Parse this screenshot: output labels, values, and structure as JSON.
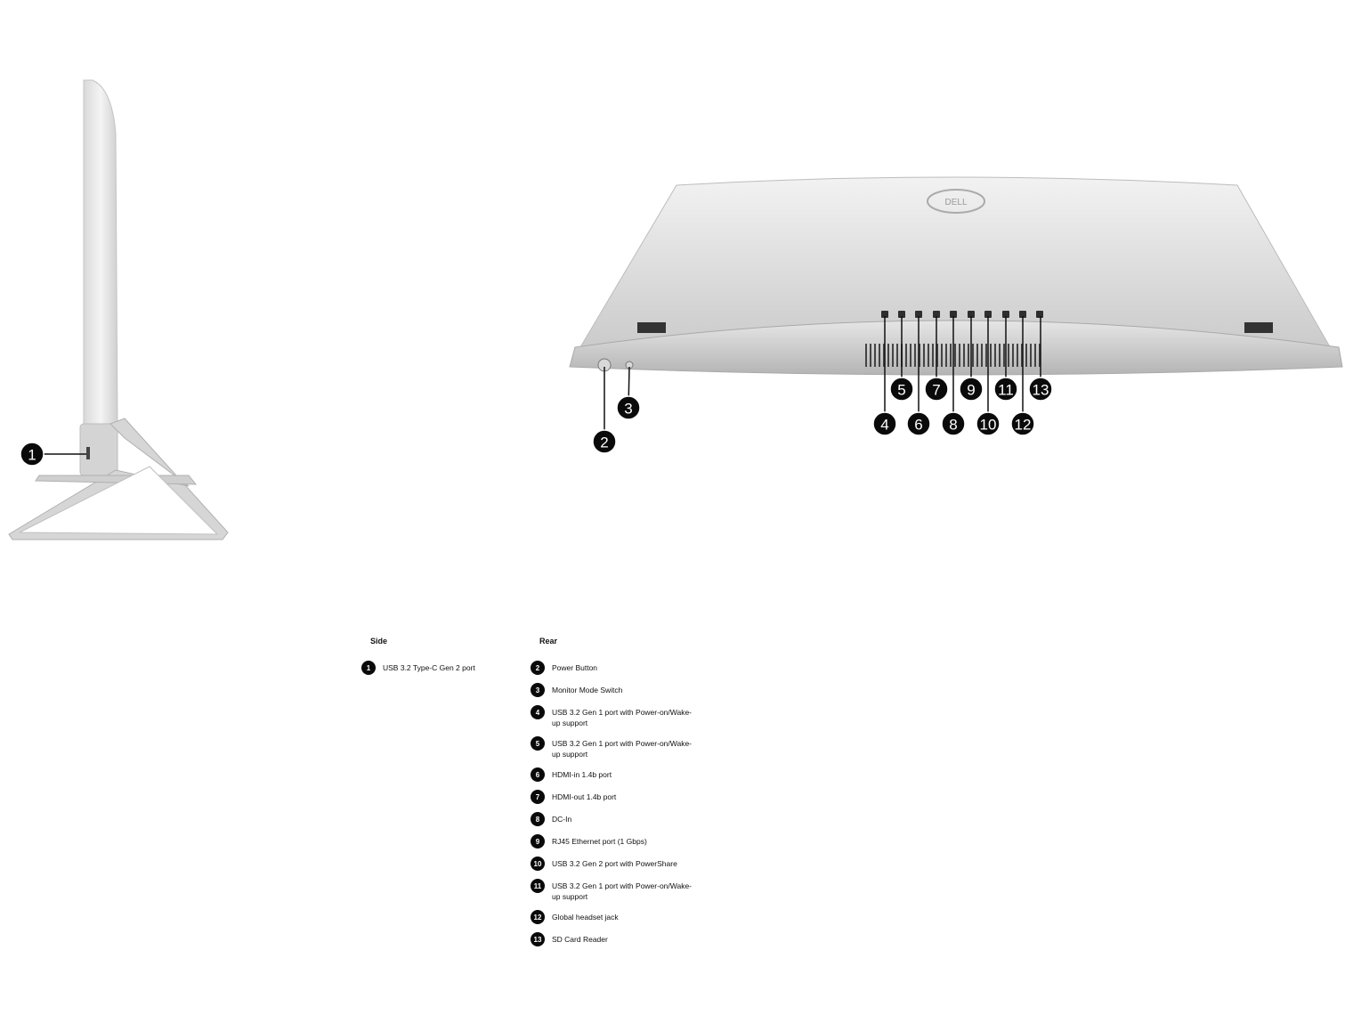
{
  "figure": {
    "side_callouts": [
      "1"
    ],
    "rear_callouts": [
      "2",
      "3",
      "4",
      "5",
      "6",
      "7",
      "8",
      "9",
      "10",
      "11",
      "12",
      "13"
    ],
    "logo_text": "DELL"
  },
  "legend": {
    "side": {
      "heading": "Side",
      "items": [
        {
          "num": "1",
          "label": "USB 3.2 Type-C Gen 2 port"
        }
      ]
    },
    "rear": {
      "heading": "Rear",
      "items": [
        {
          "num": "2",
          "label": "Power Button"
        },
        {
          "num": "3",
          "label": "Monitor Mode Switch"
        },
        {
          "num": "4",
          "label": "USB 3.2 Gen 1 port with Power-on/Wake-up support"
        },
        {
          "num": "5",
          "label": "USB 3.2 Gen 1 port with Power-on/Wake-up support"
        },
        {
          "num": "6",
          "label": "HDMI-in 1.4b port"
        },
        {
          "num": "7",
          "label": "HDMI-out 1.4b port"
        },
        {
          "num": "8",
          "label": "DC-In"
        },
        {
          "num": "9",
          "label": "RJ45 Ethernet port (1 Gbps)"
        },
        {
          "num": "10",
          "label": "USB 3.2 Gen 2 port with PowerShare"
        },
        {
          "num": "11",
          "label": "USB 3.2 Gen 1 port with Power-on/Wake-up support"
        },
        {
          "num": "12",
          "label": "Global headset jack"
        },
        {
          "num": "13",
          "label": "SD Card Reader"
        }
      ]
    }
  }
}
